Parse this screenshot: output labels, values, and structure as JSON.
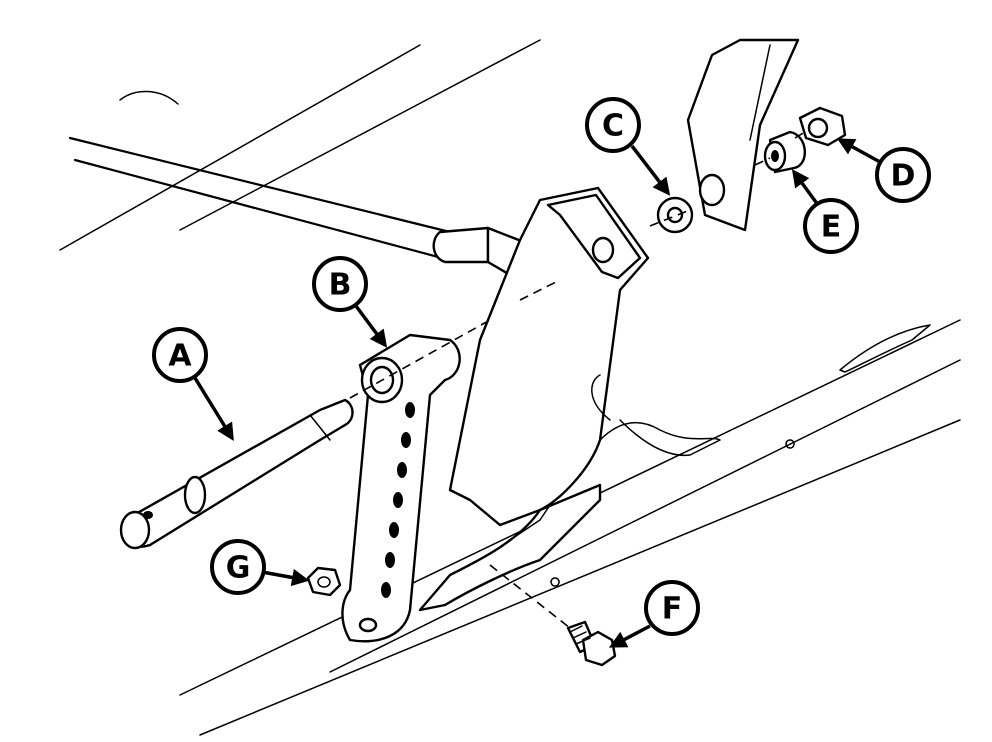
{
  "callouts": {
    "a": "A",
    "b": "B",
    "c": "C",
    "d": "D",
    "e": "E",
    "f": "F",
    "g": "G"
  },
  "colors": {
    "line": "#000000",
    "background": "#ffffff"
  }
}
